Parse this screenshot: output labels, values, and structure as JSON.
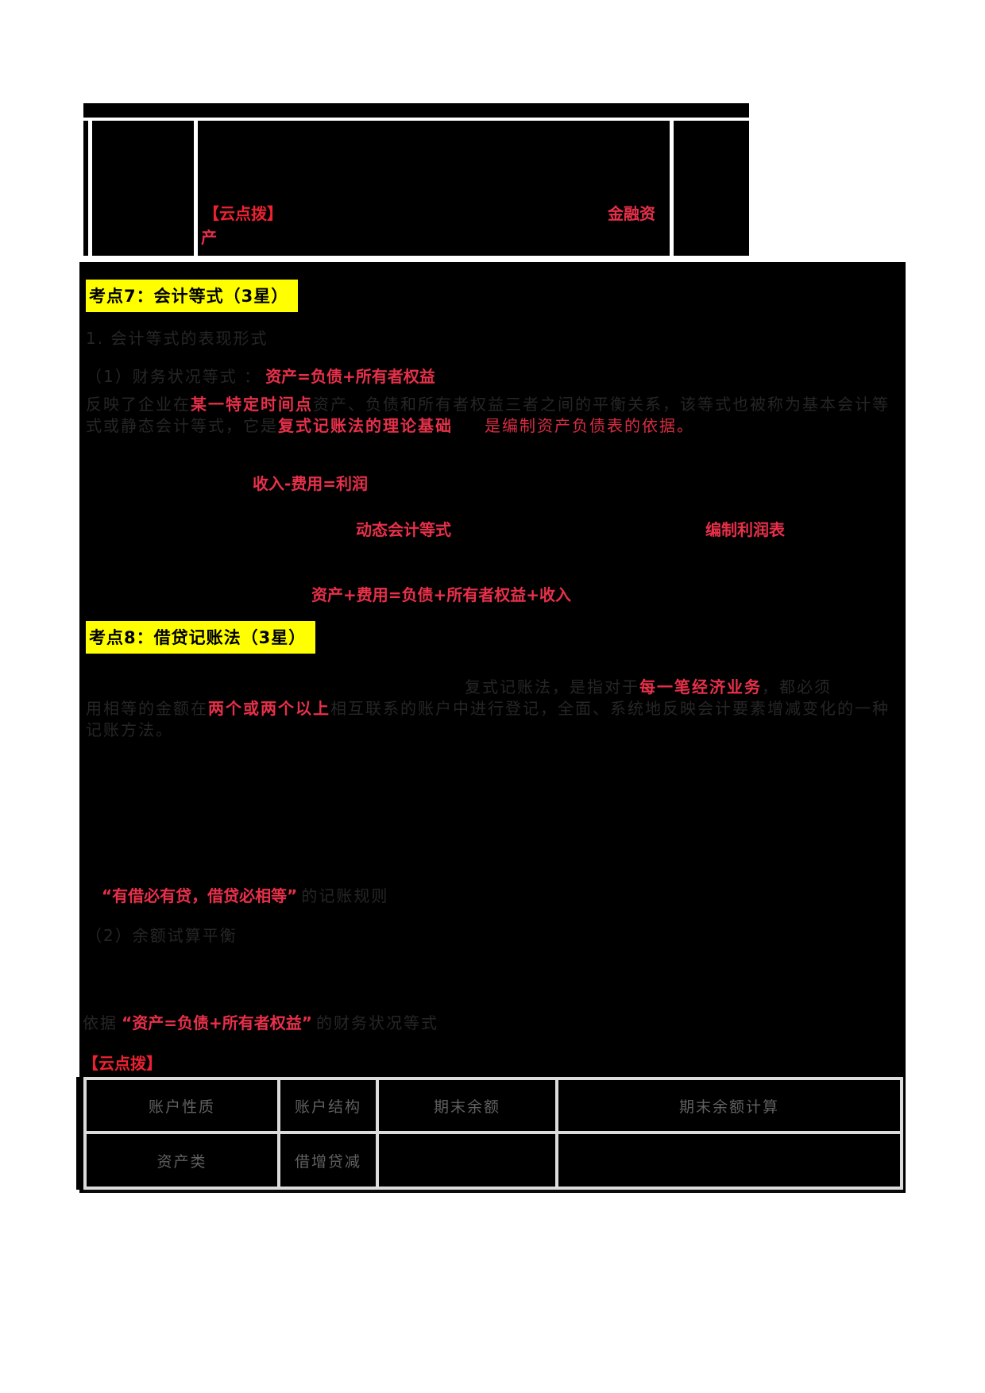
{
  "top_table": {
    "cloud_tip_label": "【云点拨】",
    "right_text": "金融资",
    "wrap_text": "产"
  },
  "heading7": "考点7：会计等式（3星）",
  "section1_title": "1. 会计等式的表现形式",
  "item1_label": "（1）财务状况等式 ：",
  "item1_equation": "资产=负债+所有者权益",
  "para1": {
    "l1a": "反映了企业在",
    "l1b": "某一特定时间点",
    "l1c": "资产、负债和所有者权益三者之间的平衡关系，该等式也被称为基本会计等",
    "l2a": "式或静态会计等式，它是",
    "l2b": "复式记账法的理论基础",
    "l2c": "是编制资产负债表的依据。"
  },
  "equation_income": "收入-费用=利润",
  "dynamic_equation_label": "动态会计等式",
  "profit_statement_label": "编制利润表",
  "equation_expanded": "资产+费用=负债+所有者权益+收入",
  "heading8": "考点8：借贷记账法（3星）",
  "para2": {
    "l1a": "复式记账法，是指对于",
    "l1b": "每一笔经济业务",
    "l1c": "，都必须",
    "l2a": "用相等的金额在",
    "l2b": "两个或两个以上",
    "l2c": "相互联系的账户中进行登记，全面、系统地反映会计要素增减变化的一种",
    "l3": "记账方法。"
  },
  "rule_quote": "“有借必有贷，借贷必相等”",
  "rule_suffix": "的记账规则",
  "item2_label": "（2）余额试算平衡",
  "basis_prefix": "依据",
  "basis_equation": "“资产=负债+所有者权益”",
  "basis_suffix": "的财务状况等式",
  "cloud_tip_label2": "【云点拨】",
  "bottom_table": {
    "headers": [
      "账户性质",
      "账户结构",
      "期末余额",
      "期末余额计算"
    ],
    "row1": [
      "资产类",
      "借增贷减",
      "",
      ""
    ]
  },
  "colors": {
    "highlight_yellow": "#ffff00",
    "red_bold": "#e8304a",
    "red_bright": "#ee2130",
    "body_dim_text": "#262626",
    "table_text": "#606060",
    "cell_background": "#000000",
    "table_border": "#dcdcdc"
  }
}
